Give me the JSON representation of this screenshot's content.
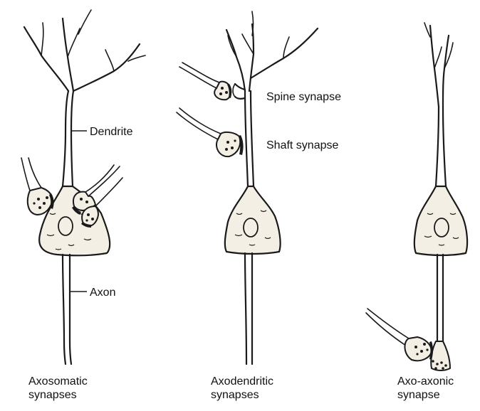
{
  "diagram": {
    "labels": {
      "dendrite": "Dendrite",
      "axon": "Axon",
      "spine_synapse": "Spine synapse",
      "shaft_synapse": "Shaft synapse"
    },
    "captions": {
      "axosomatic": [
        "Axosomatic",
        "synapses"
      ],
      "axodendritic": [
        "Axodendritic",
        "synapses"
      ],
      "axoaxonic": [
        "Axo-axonic",
        "synapse"
      ]
    }
  }
}
